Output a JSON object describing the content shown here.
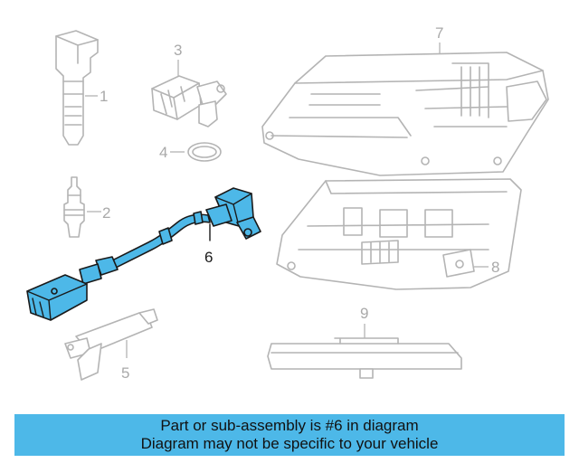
{
  "callouts": {
    "c1": "1",
    "c2": "2",
    "c3": "3",
    "c4": "4",
    "c5": "5",
    "c6": "6",
    "c7": "7",
    "c8": "8",
    "c9": "9"
  },
  "highlighted_part": "6",
  "colors": {
    "highlight": "#4db8e8",
    "ghost_lines": "#b4b4b4",
    "banner": "#4db8e8"
  },
  "banner": {
    "line1": "Part or sub-assembly is #6 in diagram",
    "line2": "Diagram may not be specific to your vehicle"
  }
}
